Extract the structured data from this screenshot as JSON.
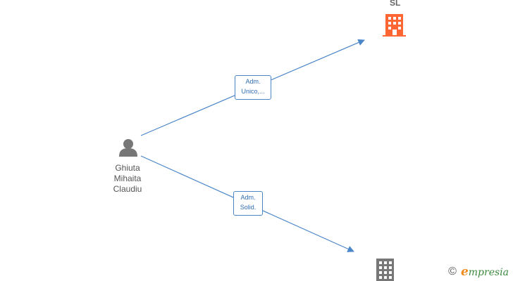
{
  "person": {
    "name_lines": [
      "Ghiuta",
      "Mihaita",
      "Claudiu"
    ]
  },
  "companies": [
    {
      "label": "SL",
      "color": "#ff6633",
      "icon": "building-icon"
    },
    {
      "label": "",
      "color": "#777777",
      "icon": "building-icon"
    }
  ],
  "edges": [
    {
      "label_lines": [
        "Adm.",
        "Unico,..."
      ]
    },
    {
      "label_lines": [
        "Adm.",
        "Solid."
      ]
    }
  ],
  "colors": {
    "edge": "#4a86c8",
    "person_icon": "#777777"
  },
  "brand": {
    "copyright": "©",
    "initial": "e",
    "rest": "mpresia"
  }
}
